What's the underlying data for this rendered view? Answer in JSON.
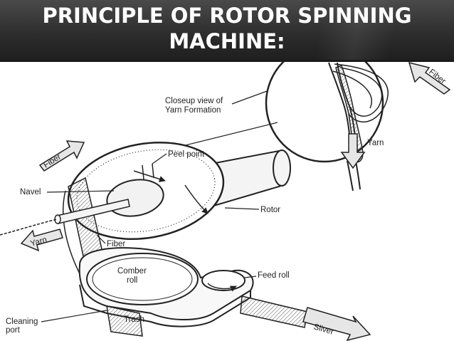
{
  "title": {
    "line1": "PRINCIPLE OF ROTOR SPINNING",
    "line2": "MACHINE:"
  },
  "labels": {
    "closeup_line1": "Closeup view of",
    "closeup_line2": "Yarn Formation",
    "fiber_top": "Fiber",
    "yarn_closeup": "Yarn",
    "peel_point": "Peel point",
    "fiber_left": "Fiber",
    "navel": "Navel",
    "rotor": "Rotor",
    "yarn_left": "Yarn",
    "fiber_mid": "Fiber",
    "comber_line1": "Comber",
    "comber_line2": "roll",
    "feed_roll": "Feed roll",
    "cleaning_line1": "Cleaning",
    "cleaning_line2": "port",
    "trash": "Trash",
    "sliver": "Sliver"
  },
  "colors": {
    "title_bar": "#2e2e2e",
    "title_text": "#ffffff",
    "ink": "#222222",
    "arrow_fill": "#e6e6e6"
  }
}
